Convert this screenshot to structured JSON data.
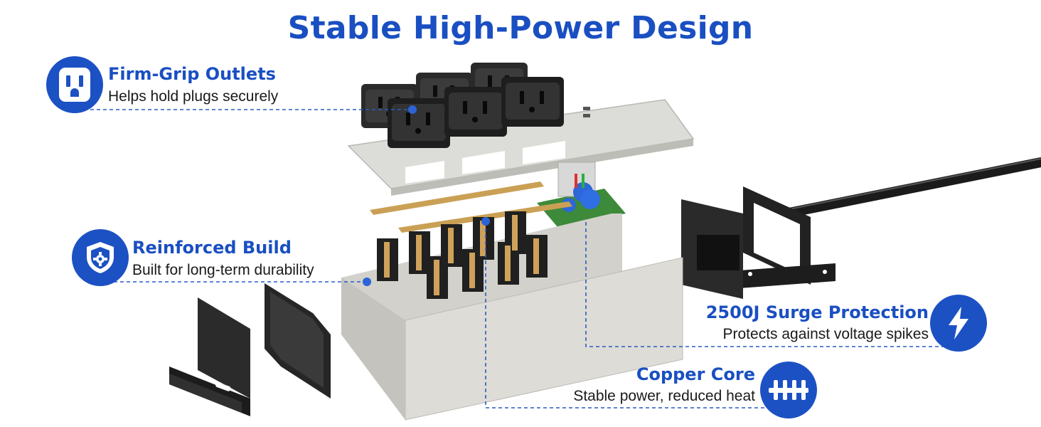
{
  "page": {
    "title": "Stable High-Power Design"
  },
  "features": [
    {
      "title": "Firm-Grip Outlets",
      "subtitle": "Helps hold plugs securely",
      "icon": "outlet-icon"
    },
    {
      "title": "Reinforced Build",
      "subtitle": "Built for long-term durability",
      "icon": "shield-gear-icon"
    },
    {
      "title": "2500J Surge Protection",
      "subtitle": "Protects against voltage spikes",
      "icon": "lightning-icon"
    },
    {
      "title": "Copper Core",
      "subtitle": "Stable power, reduced heat",
      "icon": "copper-busbar-icon"
    }
  ],
  "colors": {
    "accent": "#1c51c4",
    "leader": "#2a5bc8",
    "text": "#1a1a1a"
  }
}
